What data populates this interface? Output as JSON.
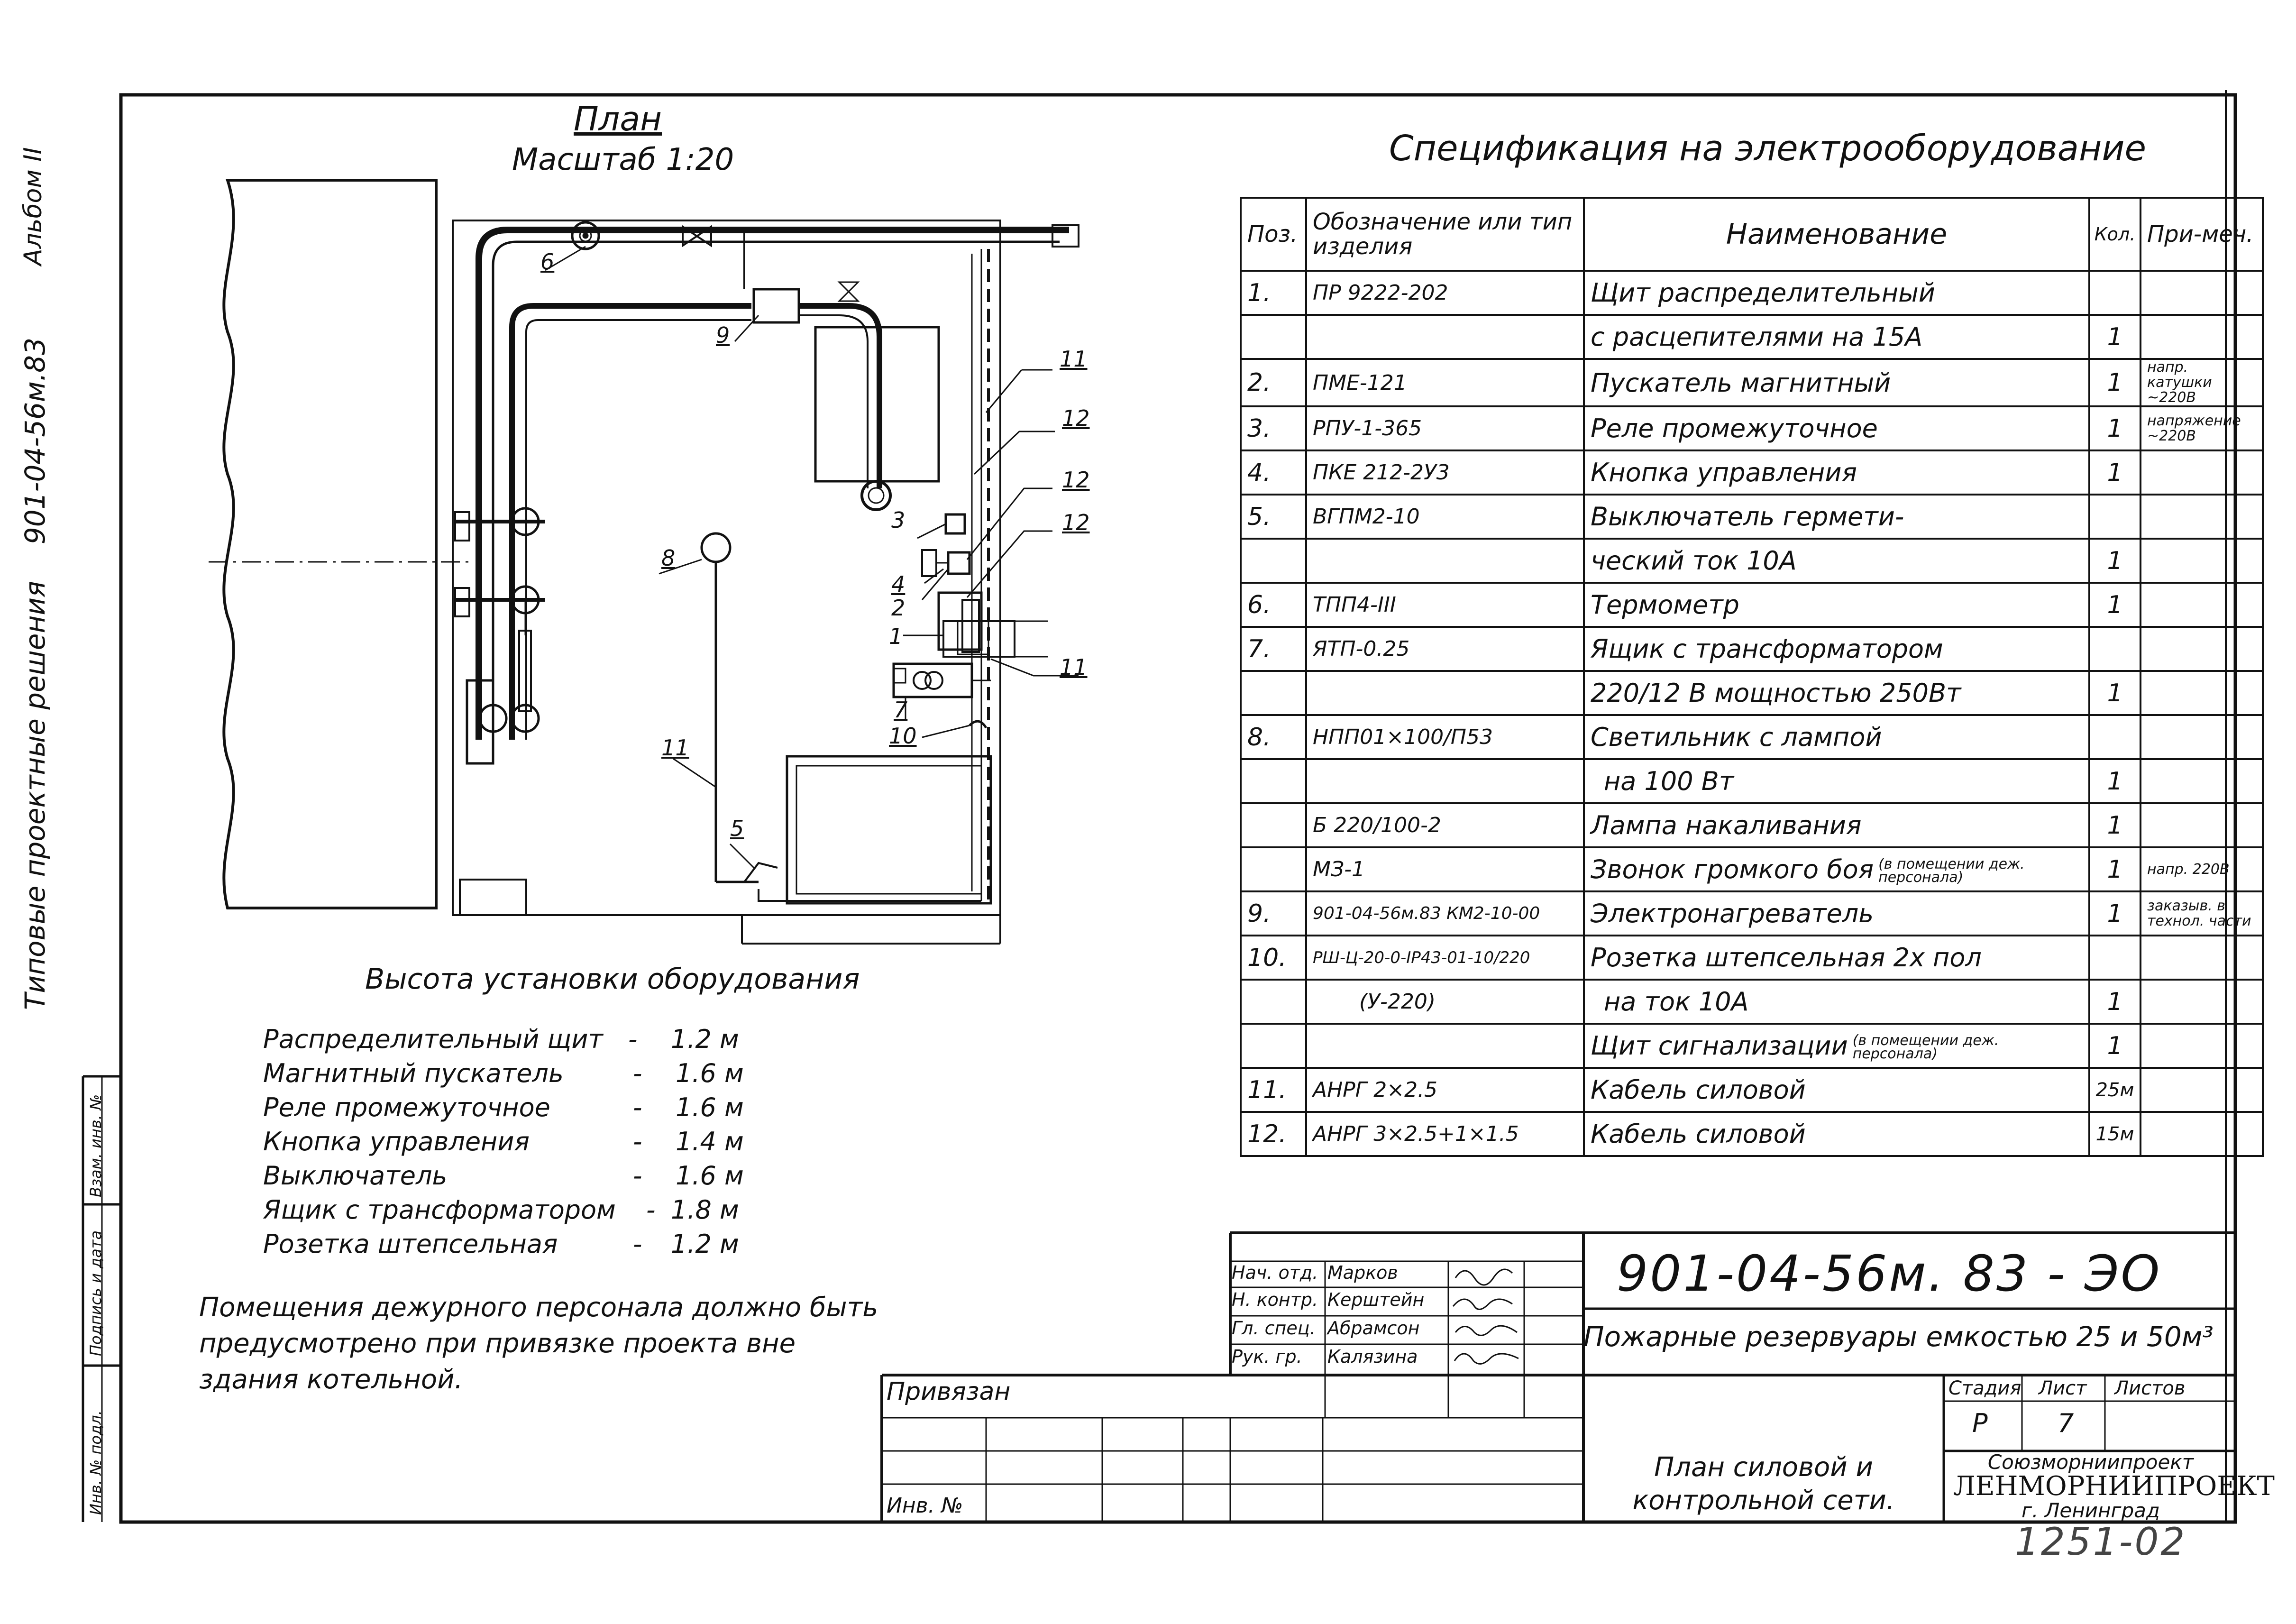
{
  "side": {
    "album": "Альбом II",
    "code": "901-04-56м.83",
    "subject": "Типовые проектные решения",
    "cols": [
      "Инв. № подл.",
      "Подпись и дата",
      "Взам. инв. №"
    ]
  },
  "plan": {
    "title": "План",
    "scale": "Масштаб 1:20",
    "labels": {
      "l1": "1",
      "l2": "2",
      "l3": "3",
      "l4": "4",
      "l5": "5",
      "l6": "6",
      "l7": "7",
      "l8": "8",
      "l9": "9",
      "l10": "10",
      "l11a": "11",
      "l11b": "11",
      "l11c": "11",
      "l12a": "12",
      "l12b": "12",
      "l12c": "12"
    }
  },
  "heights": {
    "title": "Высота установки оборудования",
    "rows": [
      {
        "name": "Распределительный щит",
        "dash": "-",
        "value": "1.2 м"
      },
      {
        "name": "Магнитный пускатель",
        "dash": "-",
        "value": "1.6 м"
      },
      {
        "name": "Реле промежуточное",
        "dash": "-",
        "value": "1.6 м"
      },
      {
        "name": "Кнопка управления",
        "dash": "-",
        "value": "1.4 м"
      },
      {
        "name": "Выключатель",
        "dash": "-",
        "value": "1.6 м"
      },
      {
        "name": "Ящик с трансформатором",
        "dash": "-",
        "value": "1.8 м"
      },
      {
        "name": "Розетка штепсельная",
        "dash": "-",
        "value": "1.2 м"
      }
    ]
  },
  "note": [
    "Помещения дежурного персонала должно быть",
    "предусмотрено при привязке проекта вне",
    "здания котельной."
  ],
  "spec": {
    "title": "Спецификация на электрооборудование",
    "headers": {
      "pos": "Поз.",
      "code": "Обозначение или тип изделия",
      "name": "Наименование",
      "qty": "Кол.",
      "note": "При-меч."
    },
    "rows": [
      {
        "pos": "1.",
        "code": "ПР 9222-202",
        "name": "Щит распределительный",
        "qty": "",
        "note": ""
      },
      {
        "pos": "",
        "code": "",
        "name": "с расцепителями на 15А",
        "qty": "1",
        "note": ""
      },
      {
        "pos": "2.",
        "code": "ПМЕ-121",
        "name": "Пускатель магнитный",
        "qty": "1",
        "note": "напр. катушки ~220В"
      },
      {
        "pos": "3.",
        "code": "РПУ-1-365",
        "name": "Реле промежуточное",
        "qty": "1",
        "note": "напряжение ~220В"
      },
      {
        "pos": "4.",
        "code": "ПКЕ 212-2У3",
        "name": "Кнопка управления",
        "qty": "1",
        "note": ""
      },
      {
        "pos": "5.",
        "code": "ВГПМ2-10",
        "name": "Выключатель гермети-",
        "qty": "",
        "note": ""
      },
      {
        "pos": "",
        "code": "",
        "name": "ческий ток 10А",
        "qty": "1",
        "note": ""
      },
      {
        "pos": "6.",
        "code": "ТПП4-III",
        "name": "Термометр",
        "qty": "1",
        "note": ""
      },
      {
        "pos": "7.",
        "code": "ЯТП-0.25",
        "name": "Ящик с трансформатором",
        "qty": "",
        "note": ""
      },
      {
        "pos": "",
        "code": "",
        "name": "220/12 В мощностью 250Вт",
        "qty": "1",
        "note": ""
      },
      {
        "pos": "8.",
        "code": "НПП01×100/П53",
        "name": "Светильник с лампой",
        "qty": "",
        "note": ""
      },
      {
        "pos": "",
        "code": "",
        "name": "на 100 Вт",
        "qty": "1",
        "note": ""
      },
      {
        "pos": "",
        "code": "Б 220/100-2",
        "name": "Лампа накаливания",
        "qty": "1",
        "note": ""
      },
      {
        "pos": "",
        "code": "МЗ-1",
        "name": "Звонок громкого боя",
        "name_note": "(в помещении деж. персонала)",
        "qty": "1",
        "note": "напр. 220В"
      },
      {
        "pos": "9.",
        "code": "901-04-56м.83 КМ2-10-00",
        "name": "Электронагреватель",
        "qty": "1",
        "note": "заказыв. в технол. части"
      },
      {
        "pos": "10.",
        "code": "РШ-Ц-20-0-IР43-01-10/220",
        "name": "Розетка штепсельная 2x пол",
        "qty": "",
        "note": ""
      },
      {
        "pos": "",
        "code": "(У-220)",
        "name": "на ток 10А",
        "qty": "1",
        "note": ""
      },
      {
        "pos": "",
        "code": "",
        "name": "Щит сигнализации",
        "name_note": "(в помещении деж. персонала)",
        "qty": "1",
        "note": ""
      },
      {
        "pos": "11.",
        "code": "АНРГ 2×2.5",
        "name": "Кабель силовой",
        "qty": "25м",
        "note": ""
      },
      {
        "pos": "12.",
        "code": "АНРГ 3×2.5+1×1.5",
        "name": "Кабель силовой",
        "qty": "15м",
        "note": ""
      }
    ]
  },
  "stamp": {
    "code": "901-04-56м. 83 - ЭО",
    "project": "Пожарные резервуары емкостью 25 и 50м³",
    "roles": [
      {
        "role": "Нач. отд.",
        "name": "Марков"
      },
      {
        "role": "Н. контр.",
        "name": "Керштейн"
      },
      {
        "role": "Гл. спец.",
        "name": "Абрамсон"
      },
      {
        "role": "Рук. гр.",
        "name": "Калязина"
      }
    ],
    "stage_label": "Стадия",
    "sheet_label": "Лист",
    "sheets_label": "Листов",
    "stage": "Р",
    "sheet": "7",
    "sheet_title": [
      "План силовой и",
      "контрольной сети."
    ],
    "org": [
      "Союзморниипроект",
      "ЛЕНМОРНИИПРОЕКТ",
      "г. Ленинград"
    ],
    "privyazan": "Привязан",
    "inv": "Инв. №",
    "number": "1251-02"
  }
}
